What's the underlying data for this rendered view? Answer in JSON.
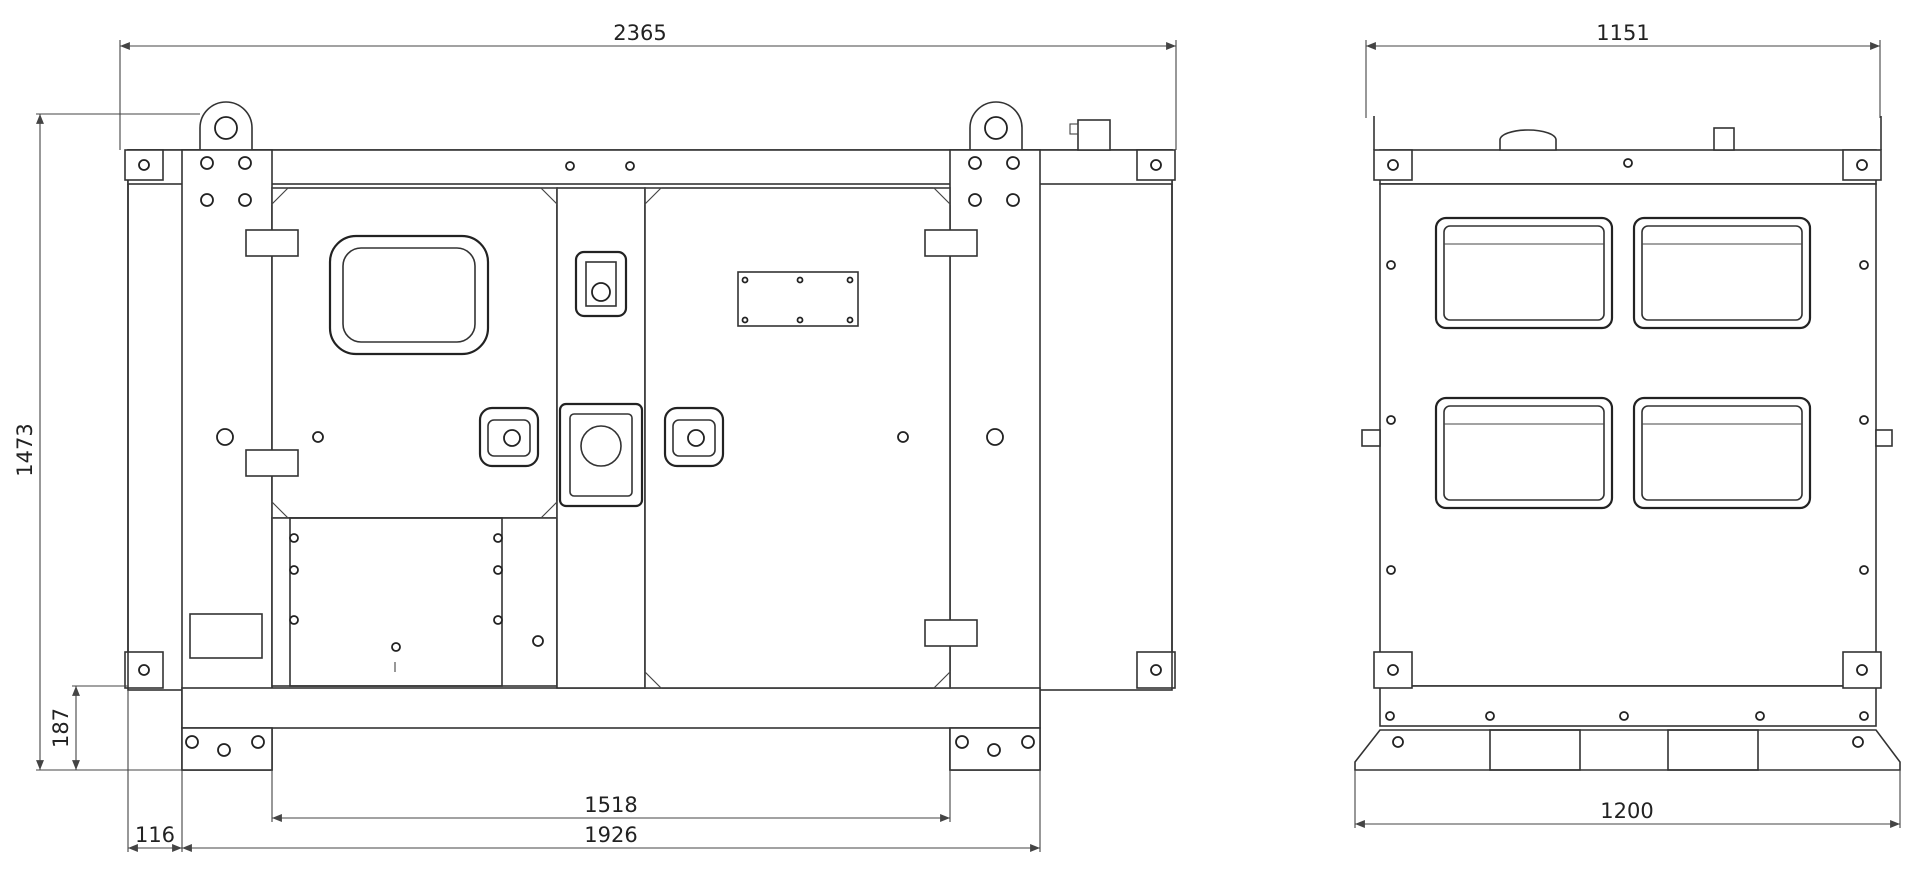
{
  "dimensions": {
    "front_width": "2365",
    "side_width": "1151",
    "overall_height": "1473",
    "base_height": "187",
    "forklift_span": "1518",
    "base_length": "1926",
    "edge_offset": "116",
    "side_base_width": "1200"
  }
}
